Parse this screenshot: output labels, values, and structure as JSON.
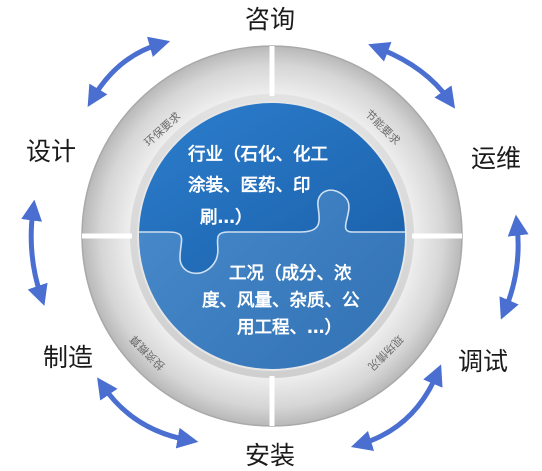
{
  "stages": {
    "consult": "咨询",
    "operate": "运维",
    "debug": "调试",
    "install": "安装",
    "manufacture": "制造",
    "design": "设计"
  },
  "ring": {
    "top_left": "环保要求",
    "top_right": "节能要求",
    "bottom_left": "投资概算",
    "bottom_right": "现场情况"
  },
  "center": {
    "industry_line1": "行业（石化、化工",
    "industry_line2": "涂装、医药、印",
    "industry_line3": "刷…）",
    "condition_line1": "工况（成分、浓",
    "condition_line2": "度、风量、杂质、公",
    "condition_line3": "用工程、…）"
  },
  "colors": {
    "arrow": "#4a6fd1",
    "ring_light": "#f4f4f4",
    "ring_dark": "#bdbdbd",
    "center_top": "#1f6bb8",
    "center_bottom": "#3f82c4"
  }
}
